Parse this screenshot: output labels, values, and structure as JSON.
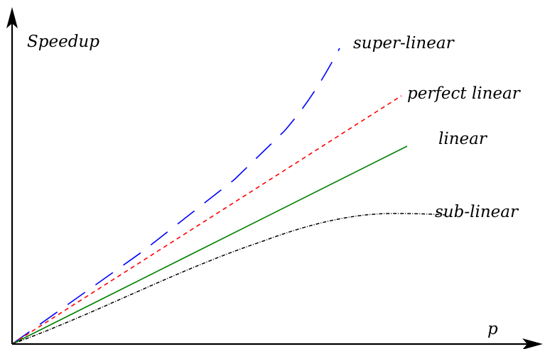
{
  "axes": {
    "y_label": "Speedup",
    "x_label": "p"
  },
  "curves": [
    {
      "id": "super-linear",
      "label": "super-linear",
      "color": "#0000ff",
      "style": "long-dash"
    },
    {
      "id": "perfect-linear",
      "label": "perfect linear",
      "color": "#ff0000",
      "style": "short-dash"
    },
    {
      "id": "linear",
      "label": "linear",
      "color": "#008000",
      "style": "solid"
    },
    {
      "id": "sub-linear",
      "label": "sub-linear",
      "color": "#000000",
      "style": "dash-dot"
    }
  ]
}
